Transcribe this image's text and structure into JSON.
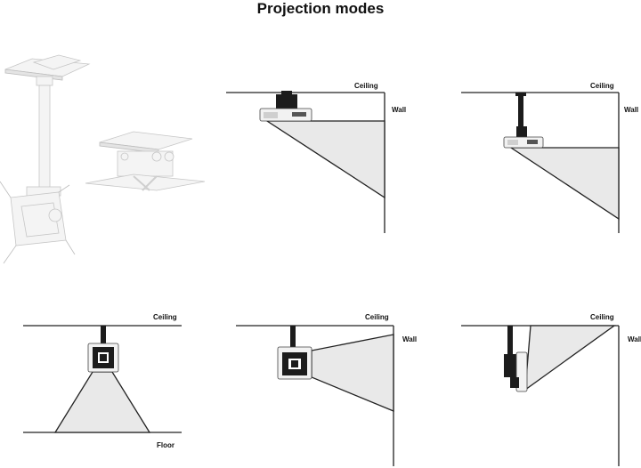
{
  "page": {
    "title": "Projection modes"
  },
  "labels": {
    "ceiling": "Ceiling",
    "wall": "Wall",
    "floor": "Floor"
  },
  "modes": [
    {
      "id": "ceiling-flush-to-wall",
      "labels": [
        "Ceiling",
        "Wall"
      ]
    },
    {
      "id": "ceiling-drop-to-wall",
      "labels": [
        "Ceiling",
        "Wall"
      ]
    },
    {
      "id": "ceiling-to-floor",
      "labels": [
        "Ceiling",
        "Floor"
      ]
    },
    {
      "id": "tilted-to-wall",
      "labels": [
        "Ceiling",
        "Wall"
      ]
    },
    {
      "id": "vertical-to-ceiling",
      "labels": [
        "Ceiling",
        "Wall"
      ]
    }
  ],
  "colors": {
    "beam": "#e9e9e9",
    "line": "#222222",
    "mount": "#1c1c1c",
    "product": "#f4f4f4"
  }
}
